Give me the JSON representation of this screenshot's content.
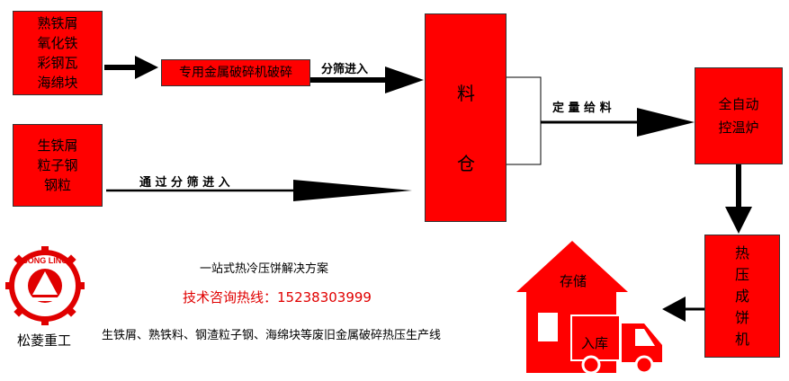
{
  "input_boxes": {
    "scrap_top": [
      "熟铁屑",
      "氧化铁",
      "彩钢瓦",
      "海绵块"
    ],
    "scrap_bottom": [
      "生铁屑",
      "粒子钢",
      "钢粒"
    ]
  },
  "crusher_label": "专用金属破碎机破碎",
  "edge_labels": {
    "screen_in": "分筛进入",
    "screen_through": "通 过 分 筛 进 入",
    "feed": "定 量 给 料"
  },
  "silo": {
    "line1": "料",
    "line2": "仓"
  },
  "furnace": {
    "line1": "全自动",
    "line2": "控温炉"
  },
  "press": [
    "热",
    "压",
    "成",
    "饼",
    "机"
  ],
  "storage": {
    "warehouse": "存储",
    "truck": "入库"
  },
  "captions": {
    "solution": "一站式热冷压饼解决方案",
    "hotline": "技术咨询热线：15238303999",
    "production_line": "生铁屑、熟铁料、钢渣粒子钢、海绵块等废旧金属破碎热压生产线"
  },
  "logo": {
    "ring_text": "SONG LING",
    "company": "松菱重工"
  },
  "colors": {
    "box_fill": "#ff0000",
    "arrow": "#000000",
    "hotline_text": "#e00000",
    "logo": "#e00000"
  }
}
